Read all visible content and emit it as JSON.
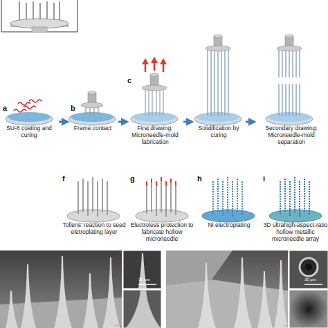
{
  "diagram": {
    "nodes": [
      {
        "text": [
          "a",
          "SU-8 coating and curing"
        ]
      },
      {
        "text": [
          "b",
          "Frame contact"
        ]
      },
      {
        "text": [
          "c",
          "First drawing: Microneedle-mold fabrication"
        ]
      },
      {
        "text": [
          "Solidification by curing"
        ]
      },
      {
        "text": [
          "Secondary drawing: Microneedle-mold separation"
        ]
      },
      {
        "text": [
          "f",
          "Tollens' reaction to seed eletroplating layer"
        ]
      },
      {
        "text": [
          "g",
          "Electroless protection to fabricate hollow microneedle"
        ]
      },
      {
        "text": [
          "h",
          "Ni electroplating"
        ]
      },
      {
        "text": [
          "i",
          "3D ultrahigh-aspect-ratio hollow metallic microneedle array"
        ]
      }
    ],
    "edges": [
      {
        "from": 0,
        "to": 1,
        "arrow": "to"
      },
      {
        "from": 1,
        "to": 2,
        "arrow": "to"
      },
      {
        "from": 2,
        "to": 3,
        "arrow": "to"
      },
      {
        "from": 3,
        "to": 4,
        "arrow": "to"
      }
    ],
    "labels": [
      "30 μm",
      "30 μm"
    ]
  }
}
